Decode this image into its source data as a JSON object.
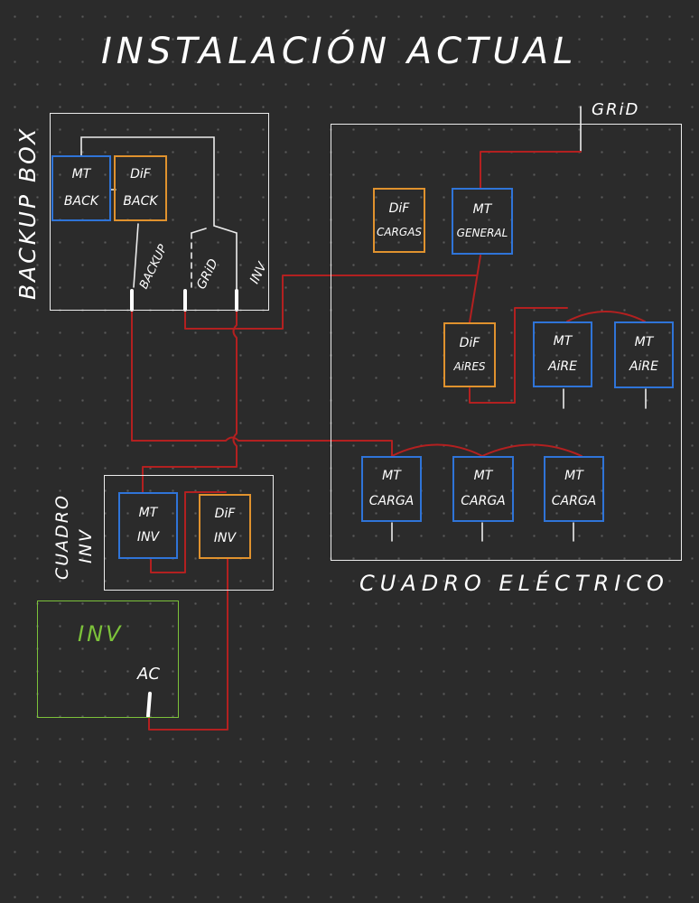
{
  "title": "INSTALACIÓN ACTUAL",
  "colors": {
    "background": "#2b2b2b",
    "wire": "#b32020",
    "mt_breaker": "#2f74d8",
    "dif_breaker": "#e0922e",
    "inverter": "#7cc23a",
    "enclosure": "#ececec"
  },
  "backup_box": {
    "label": "BACKUP BOX",
    "mt_back": [
      "MT",
      "BACK"
    ],
    "dif_back": [
      "DiF",
      "BACK"
    ],
    "terminals": {
      "backup": "BACKUP",
      "grid": "GRiD",
      "inv": "INV"
    }
  },
  "cuadro_electrico": {
    "label": "CUADRO ELÉCTRICO",
    "grid_label": "GRiD",
    "dif_cargas": [
      "DiF",
      "CARGAS"
    ],
    "mt_general": [
      "MT",
      "GENERAL"
    ],
    "dif_aires": [
      "DiF",
      "AiRES"
    ],
    "mt_aire_1": [
      "MT",
      "AiRE"
    ],
    "mt_aire_2": [
      "MT",
      "AiRE"
    ],
    "mt_carga_1": [
      "MT",
      "CARGA"
    ],
    "mt_carga_2": [
      "MT",
      "CARGA"
    ],
    "mt_carga_3": [
      "MT",
      "CARGA"
    ]
  },
  "cuadro_inv": {
    "label_line1": "CUADRO",
    "label_line2": "INV",
    "mt_inv": [
      "MT",
      "INV"
    ],
    "dif_inv": [
      "DiF",
      "INV"
    ]
  },
  "inverter": {
    "label": "INV",
    "ac_label": "AC"
  }
}
